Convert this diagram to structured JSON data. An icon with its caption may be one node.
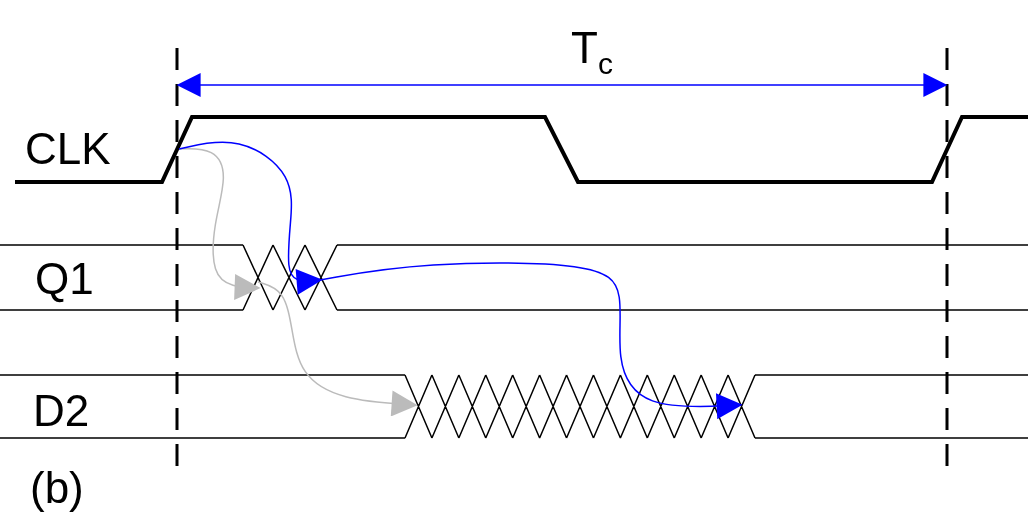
{
  "diagram": {
    "nodes": [
      {
        "text": [
          "CLK"
        ]
      },
      {
        "text": [
          "Q1"
        ]
      },
      {
        "text": [
          "D2"
        ]
      }
    ],
    "edges": [
      {
        "from": 0,
        "to": 1,
        "arrow": "to",
        "color": "#bbbbbb"
      },
      {
        "from": 0,
        "to": 1,
        "arrow": "to",
        "color": "#0000ff"
      },
      {
        "from": 1,
        "to": 2,
        "arrow": "to",
        "color": "#bbbbbb"
      },
      {
        "from": 1,
        "to": 2,
        "arrow": "to",
        "color": "#0000ff"
      }
    ],
    "labels": [
      "T$_{c}$",
      "(b)"
    ]
  }
}
